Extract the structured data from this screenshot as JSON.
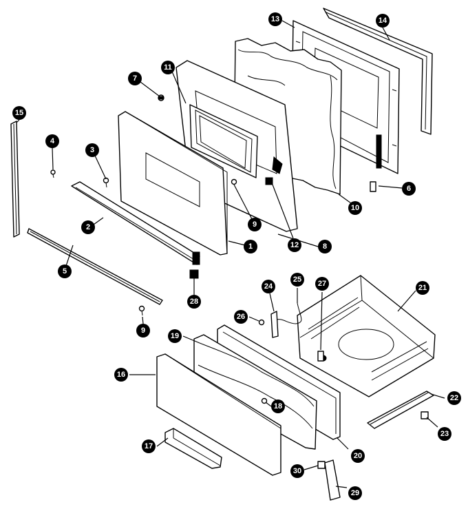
{
  "parts": [
    {
      "id": "1",
      "label": "1"
    },
    {
      "id": "2",
      "label": "2"
    },
    {
      "id": "3",
      "label": "3"
    },
    {
      "id": "4",
      "label": "4"
    },
    {
      "id": "5",
      "label": "5"
    },
    {
      "id": "6",
      "label": "6"
    },
    {
      "id": "7",
      "label": "7"
    },
    {
      "id": "8",
      "label": "8"
    },
    {
      "id": "9a",
      "label": "9"
    },
    {
      "id": "9b",
      "label": "9"
    },
    {
      "id": "10",
      "label": "10"
    },
    {
      "id": "11",
      "label": "11"
    },
    {
      "id": "12",
      "label": "12"
    },
    {
      "id": "13",
      "label": "13"
    },
    {
      "id": "14",
      "label": "14"
    },
    {
      "id": "15",
      "label": "15"
    },
    {
      "id": "16",
      "label": "16"
    },
    {
      "id": "17",
      "label": "17"
    },
    {
      "id": "18",
      "label": "18"
    },
    {
      "id": "19",
      "label": "19"
    },
    {
      "id": "20",
      "label": "20"
    },
    {
      "id": "21",
      "label": "21"
    },
    {
      "id": "22",
      "label": "22"
    },
    {
      "id": "23",
      "label": "23"
    },
    {
      "id": "24",
      "label": "24"
    },
    {
      "id": "25",
      "label": "25"
    },
    {
      "id": "26",
      "label": "26"
    },
    {
      "id": "27",
      "label": "27"
    },
    {
      "id": "28",
      "label": "28"
    },
    {
      "id": "29",
      "label": "29"
    },
    {
      "id": "30",
      "label": "30"
    }
  ]
}
